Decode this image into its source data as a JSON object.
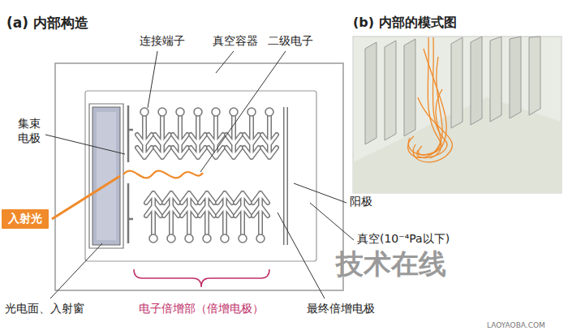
{
  "diagram": {
    "nodes": [
      {
        "text": [
          "入射光"
        ]
      },
      {
        "text": [
          "(b) 内部的模式图"
        ]
      }
    ],
    "labels": [
      "(a) 内部构造",
      "连接端子",
      "真空容器",
      "二级电子",
      "集束 电极",
      "光电面、入射窗",
      "电子倍增部（倍增电极）",
      "最终倍增电极",
      "阳极",
      "真空(10⁻⁴Pa以下)",
      "技术在线",
      "LAOYAOBA.COM"
    ]
  }
}
